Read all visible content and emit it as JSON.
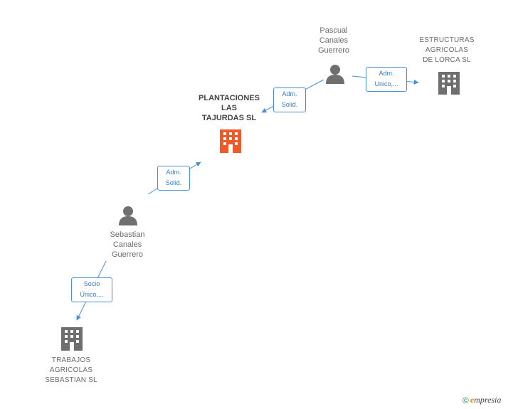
{
  "nodes": {
    "pascual": {
      "label": "Pascual\nCanales\nGuerrero",
      "kind": "person"
    },
    "estructuras": {
      "label": "ESTRUCTURAS\nAGRICOLAS\nDE LORCA SL",
      "kind": "company"
    },
    "plantaciones": {
      "label": "PLANTACIONES\nLAS\nTAJURDAS SL",
      "kind": "company-focus"
    },
    "sebastian": {
      "label": "Sebastian\nCanales\nGuerrero",
      "kind": "person"
    },
    "trabajos": {
      "label": "TRABAJOS\nAGRICOLAS\nSEBASTIAN SL",
      "kind": "company"
    }
  },
  "edges": {
    "pascual_estructuras": {
      "label": "Adm.\nUnico,..."
    },
    "pascual_plantaciones": {
      "label": "Adm.\nSolid."
    },
    "sebastian_plantaciones": {
      "label": "Adm.\nSolid."
    },
    "sebastian_trabajos": {
      "label": "Socio\nÚnico,..."
    }
  },
  "footer": {
    "copyright": "©",
    "brand_initial": "e",
    "brand_rest": "mpresia"
  },
  "colors": {
    "edge": "#4a90d9",
    "icon_gray": "#6f6f6f",
    "icon_focus": "#f05a28"
  }
}
